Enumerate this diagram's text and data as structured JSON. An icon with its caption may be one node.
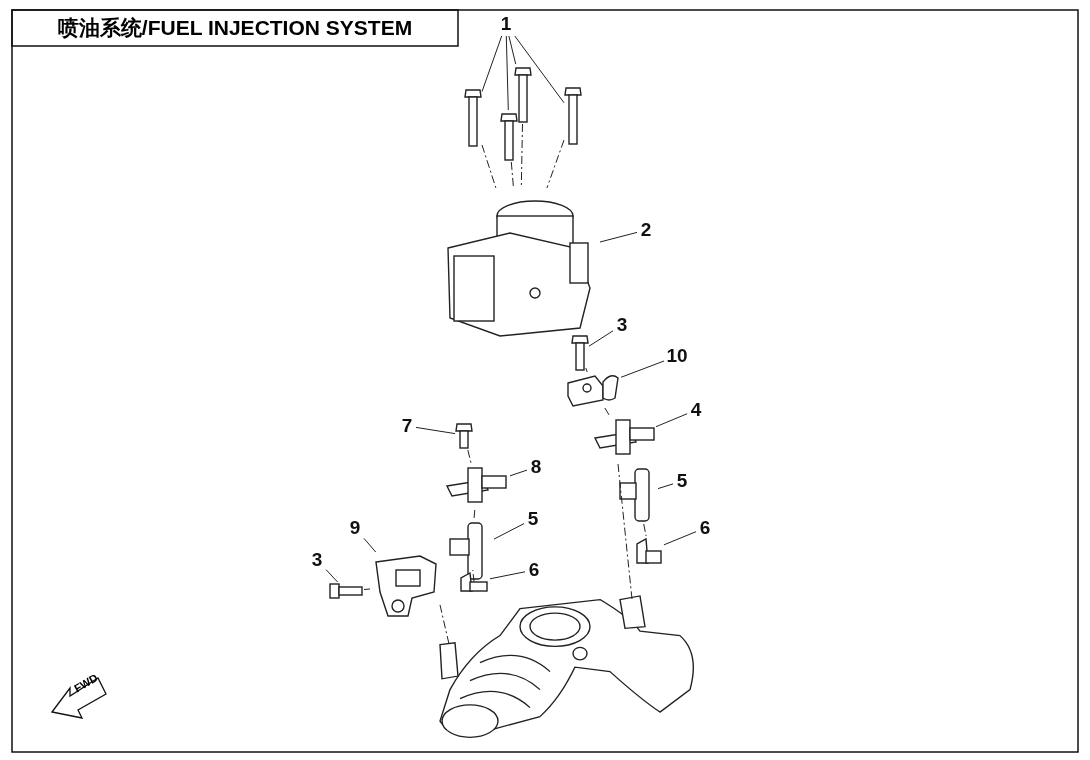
{
  "diagram": {
    "title": "喷油系统/FUEL INJECTION SYSTEM",
    "nodes": [
      {
        "text": [
          "1"
        ]
      },
      {
        "text": [],
        "shape": "picture"
      },
      {
        "text": [],
        "shape": "picture"
      },
      {
        "text": [],
        "shape": "picture"
      },
      {
        "text": [],
        "shape": "picture"
      },
      {
        "text": [
          "2"
        ]
      },
      {
        "text": [],
        "shape": "picture"
      },
      {
        "text": [
          "3"
        ]
      },
      {
        "text": [],
        "shape": "picture"
      },
      {
        "text": [
          "10"
        ]
      },
      {
        "text": [],
        "shape": "picture"
      },
      {
        "text": [
          "4"
        ]
      },
      {
        "text": [],
        "shape": "picture"
      },
      {
        "text": [
          "5"
        ]
      },
      {
        "text": [],
        "shape": "picture"
      },
      {
        "text": [
          "6"
        ]
      },
      {
        "text": [],
        "shape": "picture"
      },
      {
        "text": [
          "7"
        ]
      },
      {
        "text": [],
        "shape": "picture"
      },
      {
        "text": [
          "8"
        ]
      },
      {
        "text": [],
        "shape": "picture"
      },
      {
        "text": [
          "5"
        ]
      },
      {
        "text": [],
        "shape": "picture"
      },
      {
        "text": [
          "6"
        ]
      },
      {
        "text": [],
        "shape": "picture"
      },
      {
        "text": [
          "9"
        ]
      },
      {
        "text": [],
        "shape": "picture"
      },
      {
        "text": [
          "3"
        ]
      },
      {
        "text": [],
        "shape": "picture"
      },
      {
        "text": [],
        "shape": "picture"
      }
    ],
    "edges": [
      {
        "from": 0,
        "to": 1,
        "arrow": "none"
      },
      {
        "from": 0,
        "to": 2,
        "arrow": "none"
      },
      {
        "from": 0,
        "to": 3,
        "arrow": "none"
      },
      {
        "from": 0,
        "to": 4,
        "arrow": "none"
      },
      {
        "from": 5,
        "to": 6,
        "arrow": "none"
      },
      {
        "from": 7,
        "to": 8,
        "arrow": "none"
      },
      {
        "from": 9,
        "to": 10,
        "arrow": "none"
      },
      {
        "from": 11,
        "to": 12,
        "arrow": "none"
      },
      {
        "from": 13,
        "to": 14,
        "arrow": "none"
      },
      {
        "from": 15,
        "to": 16,
        "arrow": "none"
      },
      {
        "from": 17,
        "to": 18,
        "arrow": "none"
      },
      {
        "from": 19,
        "to": 20,
        "arrow": "none"
      },
      {
        "from": 21,
        "to": 22,
        "arrow": "none"
      },
      {
        "from": 23,
        "to": 24,
        "arrow": "none"
      },
      {
        "from": 25,
        "to": 26,
        "arrow": "none"
      },
      {
        "from": 27,
        "to": 28,
        "arrow": "none"
      },
      {
        "from": 1,
        "to": 6,
        "arrow": "none",
        "style": "dashed"
      },
      {
        "from": 2,
        "to": 6,
        "arrow": "none",
        "style": "dashed"
      },
      {
        "from": 3,
        "to": 6,
        "arrow": "none",
        "style": "dashed"
      },
      {
        "from": 4,
        "to": 6,
        "arrow": "none",
        "style": "dashed"
      },
      {
        "from": 8,
        "to": 10,
        "arrow": "none",
        "style": "dashed"
      },
      {
        "from": 10,
        "to": 12,
        "arrow": "none",
        "style": "dashed"
      },
      {
        "from": 12,
        "to": 29,
        "arrow": "none",
        "style": "dashed"
      },
      {
        "from": 14,
        "to": 16,
        "arrow": "none",
        "style": "dashed"
      },
      {
        "from": 18,
        "to": 20,
        "arrow": "none",
        "style": "dashed"
      },
      {
        "from": 20,
        "to": 22,
        "arrow": "none",
        "style": "dashed"
      },
      {
        "from": 22,
        "to": 24,
        "arrow": "none",
        "style": "dashed"
      },
      {
        "from": 28,
        "to": 26,
        "arrow": "none",
        "style": "dashed"
      },
      {
        "from": 26,
        "to": 29,
        "arrow": "none",
        "style": "dashed"
      }
    ],
    "labels": [
      "FWD"
    ]
  }
}
